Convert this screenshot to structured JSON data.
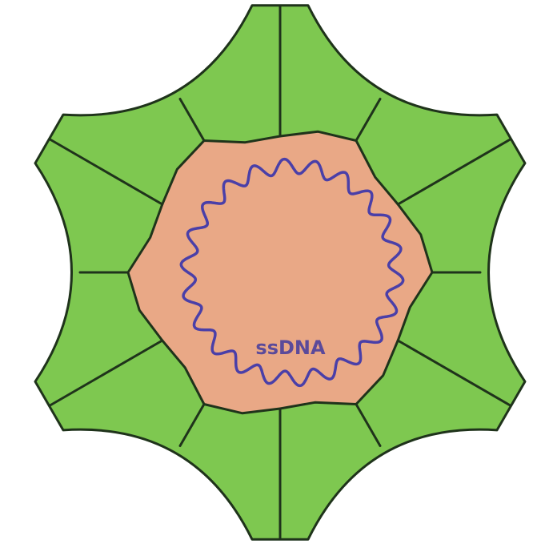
{
  "diagram": {
    "label": "ssDNA",
    "colors": {
      "capsid_fill": "#7ec850",
      "capsid_stroke": "#1f331b",
      "core_fill": "#e9a886",
      "dna_stroke": "#4a3fa8",
      "label_color": "#5b4a9a",
      "background": "#ffffff"
    },
    "capsid_units": 6,
    "segments_per_unit": 2,
    "dna_wave_peaks": 22
  }
}
